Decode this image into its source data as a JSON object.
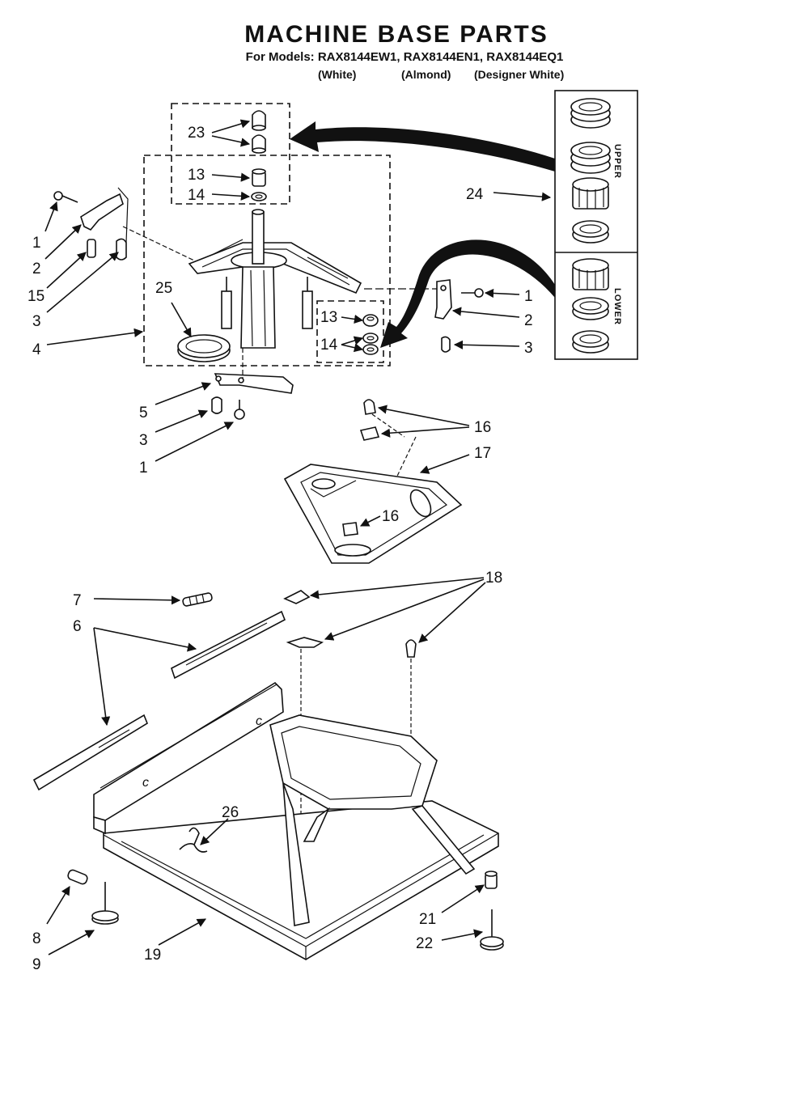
{
  "diagram": {
    "title": "MACHINE BASE PARTS",
    "models_line": "For Models: RAX8144EW1, RAX8144EN1, RAX8144EQ1",
    "variants": [
      "(White)",
      "(Almond)",
      "(Designer White)"
    ],
    "group_labels": {
      "upper": "UPPER",
      "lower": "LOWER"
    },
    "callouts": {
      "c1_left": "1",
      "c2_left": "2",
      "c15": "15",
      "c3_left": "3",
      "c4": "4",
      "c23": "23",
      "c13_top": "13",
      "c14_top": "14",
      "c25": "25",
      "c13_box": "13",
      "c14_box": "14",
      "c24": "24",
      "c1_right": "1",
      "c2_right": "2",
      "c3_right": "3",
      "c5": "5",
      "c3_low": "3",
      "c1_low": "1",
      "c16_top": "16",
      "c17": "17",
      "c16_low": "16",
      "c7": "7",
      "c6": "6",
      "c18": "18",
      "c26": "26",
      "c8": "8",
      "c9": "9",
      "c19": "19",
      "c21": "21",
      "c22": "22"
    }
  }
}
